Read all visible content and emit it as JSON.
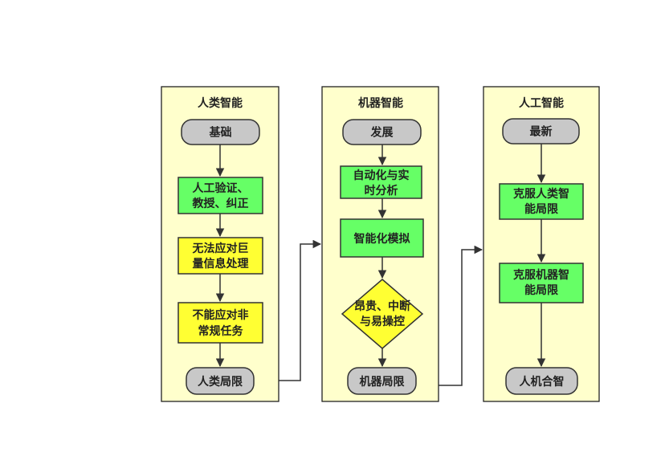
{
  "lanes": [
    {
      "title": "人类智能",
      "nodes": [
        {
          "lines": [
            "基础"
          ]
        },
        {
          "lines": [
            "人工验证、",
            "教授、纠正"
          ]
        },
        {
          "lines": [
            "无法应对巨",
            "量信息处理"
          ]
        },
        {
          "lines": [
            "不能应对非",
            "常规任务"
          ]
        },
        {
          "lines": [
            "人类局限"
          ]
        }
      ]
    },
    {
      "title": "机器智能",
      "nodes": [
        {
          "lines": [
            "发展"
          ]
        },
        {
          "lines": [
            "自动化与实",
            "时分析"
          ]
        },
        {
          "lines": [
            "智能化模拟"
          ]
        },
        {
          "lines": [
            "昂贵、中断",
            "与易操控"
          ]
        },
        {
          "lines": [
            "机器局限"
          ]
        }
      ]
    },
    {
      "title": "人工智能",
      "nodes": [
        {
          "lines": [
            "最新"
          ]
        },
        {
          "lines": [
            "克服人类智",
            "能局限"
          ]
        },
        {
          "lines": [
            "克服机器智",
            "能局限"
          ]
        },
        {
          "lines": [
            "人机合智"
          ]
        }
      ]
    }
  ],
  "colors": {
    "lane_fill": "#ffffcc",
    "terminal_fill": "#c8c8c8",
    "process_fill": "#66ff66",
    "warning_fill": "#ffff33",
    "decision_fill": "#ffff33"
  }
}
